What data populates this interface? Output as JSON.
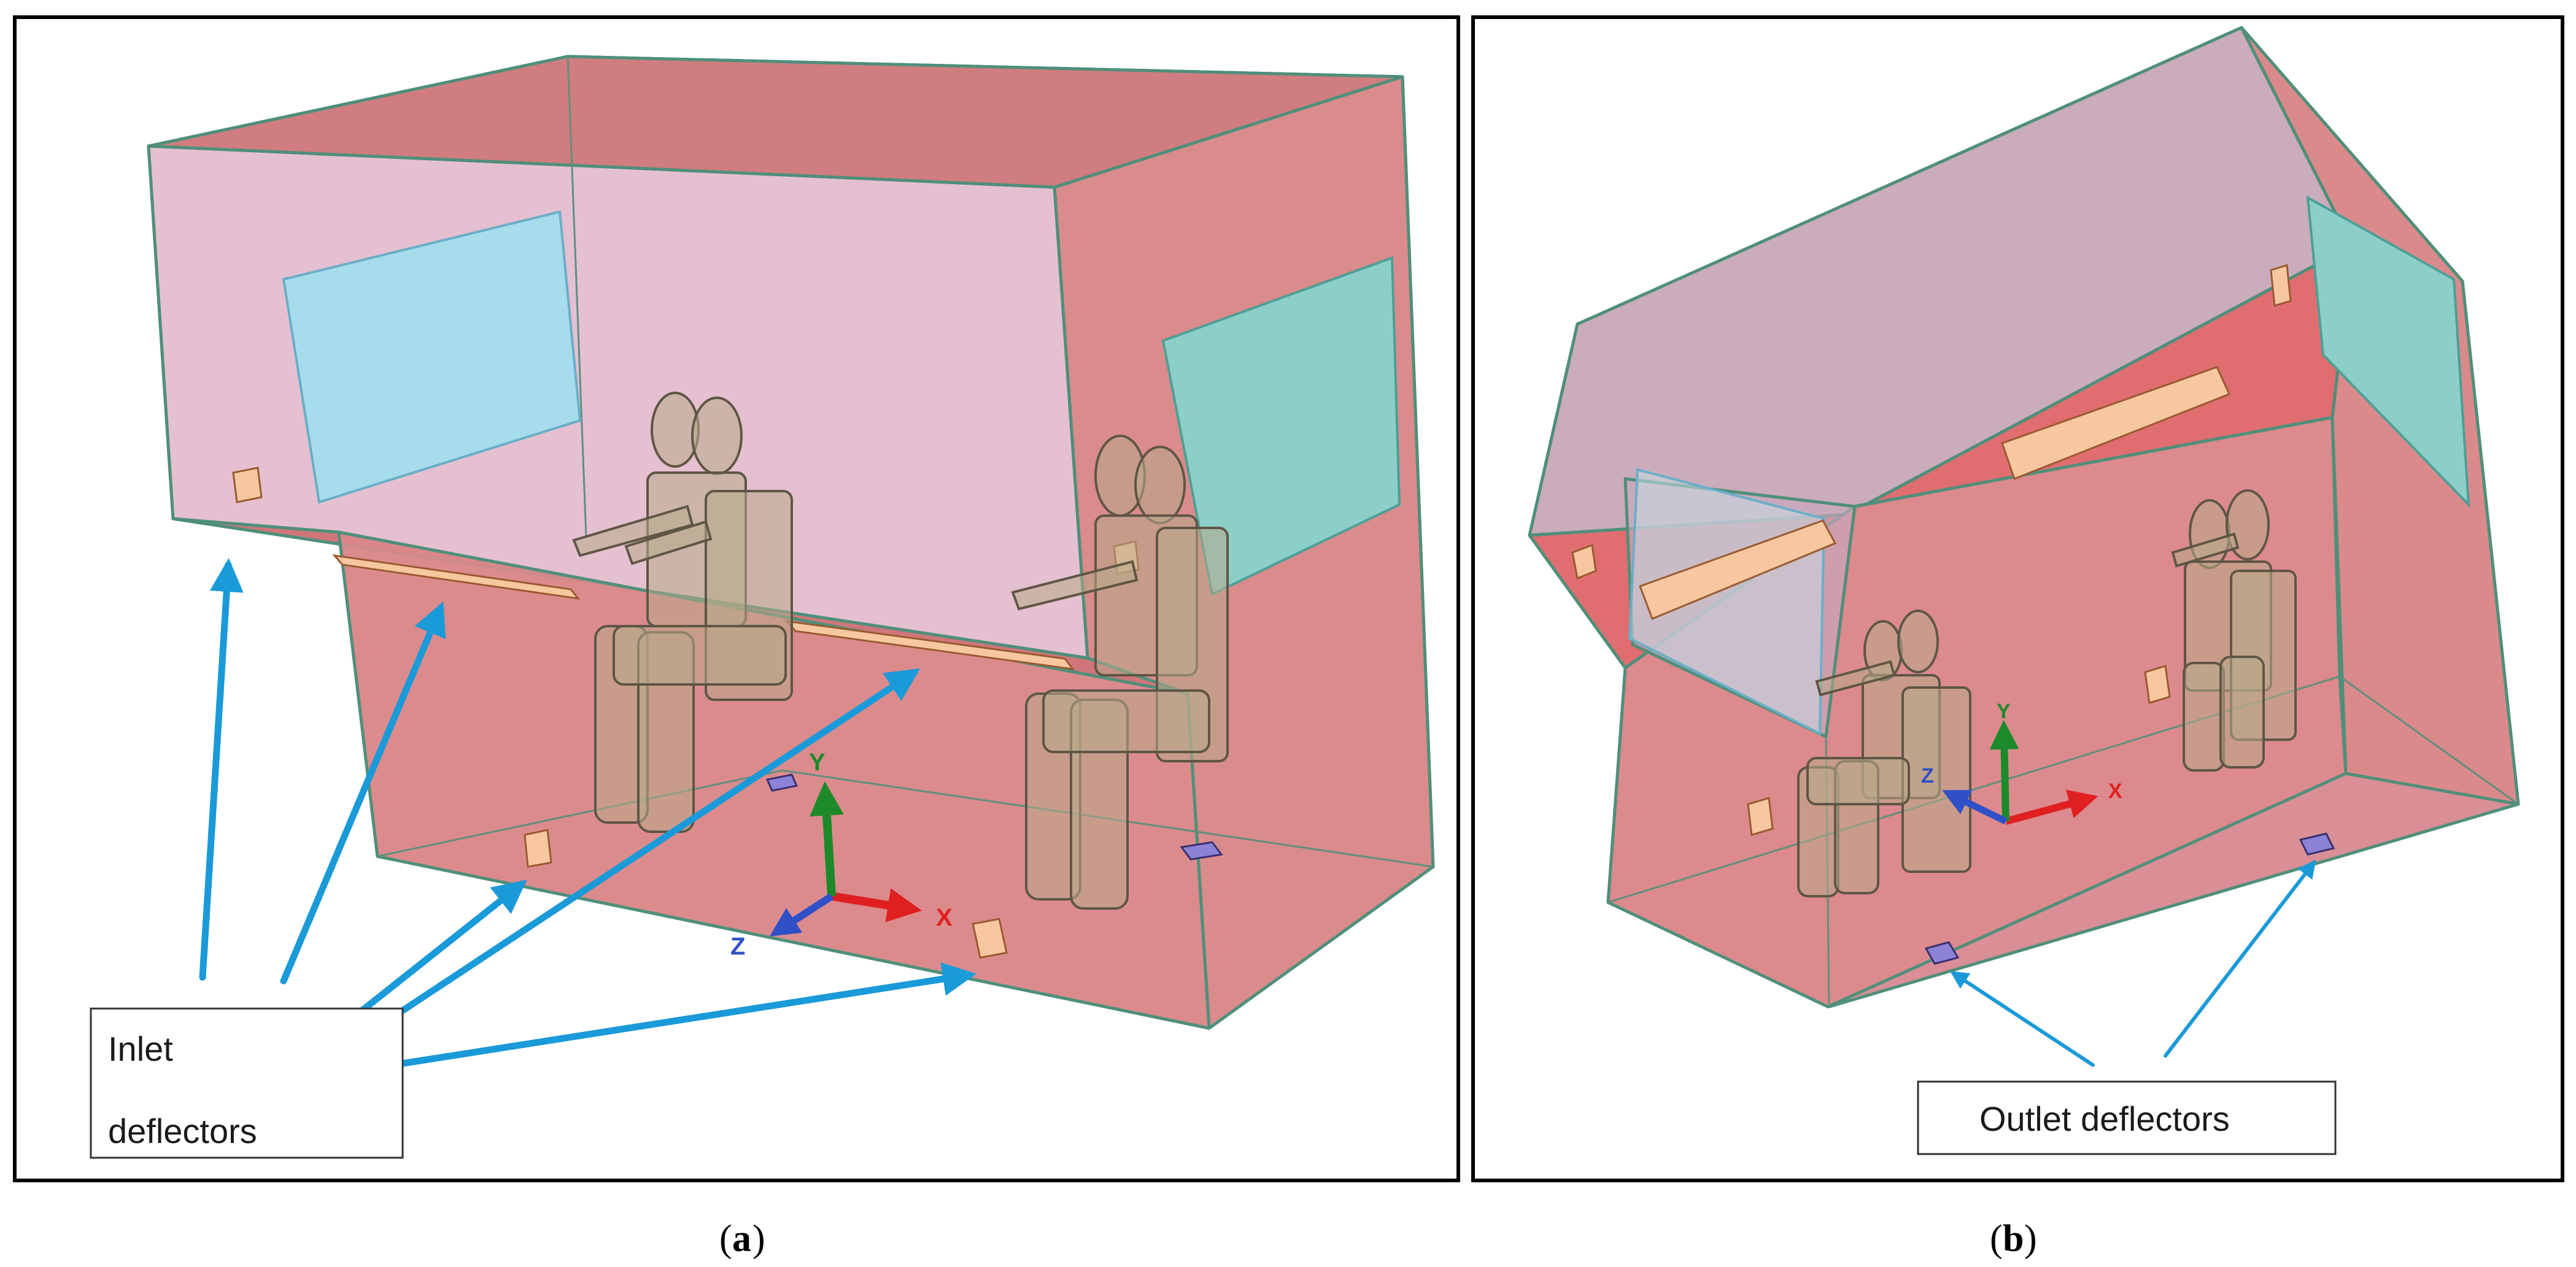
{
  "panel_a": {
    "label_line1": "Inlet",
    "label_line2": "deflectors",
    "caption_letter": "a",
    "axes": {
      "x": "X",
      "y": "Y",
      "z": "Z"
    }
  },
  "panel_b": {
    "label": "Outlet deflectors",
    "caption_letter": "b",
    "axes": {
      "x": "X",
      "y": "Y",
      "z": "Z"
    }
  },
  "colors": {
    "cabin_pink": "#d9828a",
    "cabin_lavender": "#e0b8cc",
    "window_cyan": "#a6dcec",
    "window_teal": "#8ccfc8",
    "arrow_blue": "#1a9ad8",
    "axis_x": "#e02020",
    "axis_y": "#1c8a2a",
    "axis_z": "#3050c8"
  }
}
